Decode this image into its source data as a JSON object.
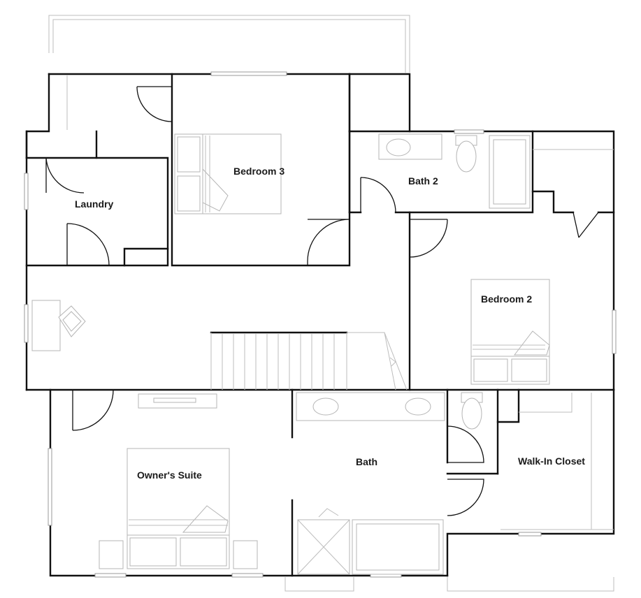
{
  "rooms": {
    "bedroom3": "Bedroom 3",
    "bath2": "Bath 2",
    "laundry": "Laundry",
    "bedroom2": "Bedroom 2",
    "bath": "Bath",
    "walk_in_closet": "Walk-In Closet",
    "owners_suite": "Owner's Suite"
  }
}
